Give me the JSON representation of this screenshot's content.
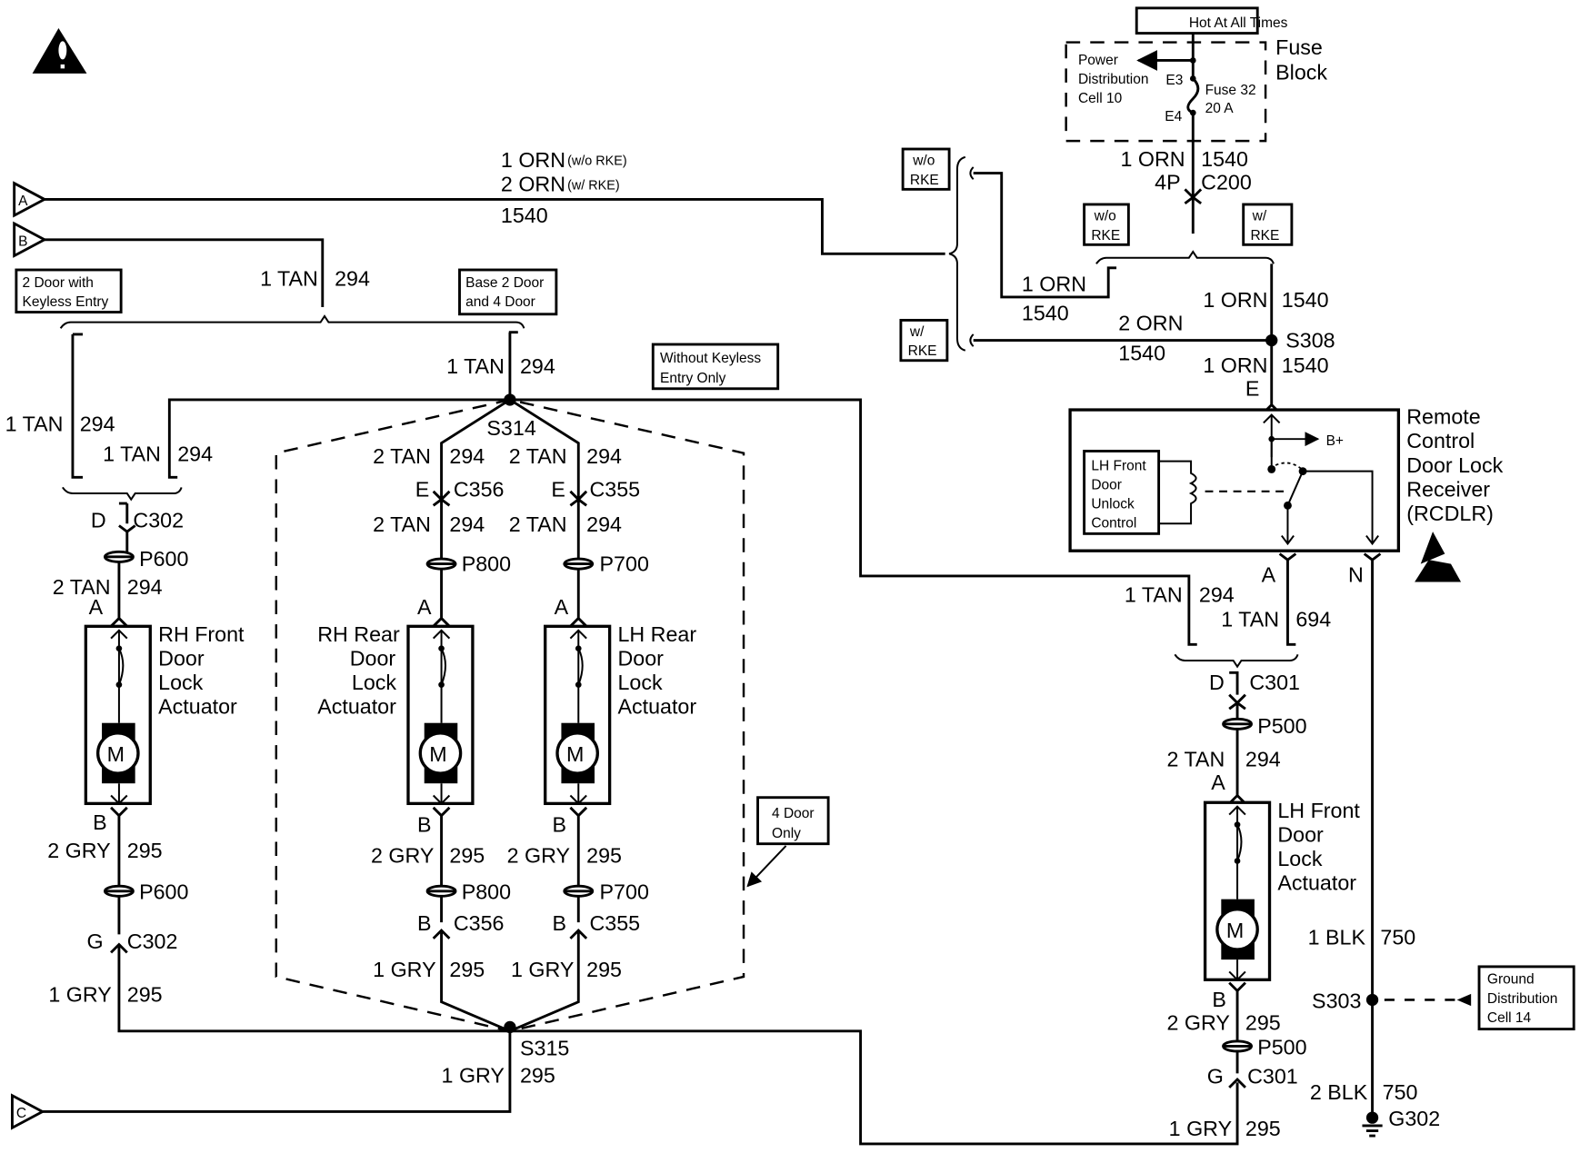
{
  "diagram": {
    "title": "Power Door Lock Wiring Schematic",
    "warning_icon": "warning-triangle-icon",
    "esd_icon": "esd-sensitive-icon",
    "inputs": {
      "a": "A",
      "b": "B",
      "c": "C"
    },
    "top_wire": {
      "line1": "1 ORN",
      "line1_note": "(w/o RKE)",
      "line2": "2 ORN",
      "line2_note": "(w/ RKE)",
      "circuit": "1540"
    },
    "b_wire": {
      "gauge": "1 TAN",
      "circuit": "294"
    },
    "notes": {
      "hot": "Hot At All Times",
      "two_door_1": "2 Door with",
      "two_door_2": "Keyless Entry",
      "base_1": "Base 2 Door",
      "base_2": "and 4 Door",
      "without_1": "Without Keyless",
      "without_2": "Entry Only",
      "four_door_1": "4 Door",
      "four_door_2": "Only",
      "wo_rke_1": "w/o",
      "rke": "RKE",
      "w_rke_1": "w/",
      "ground_1": "Ground",
      "ground_2": "Distribution",
      "ground_3": "Cell 14"
    },
    "fuse_block": {
      "label_1": "Fuse",
      "label_2": "Block",
      "pd_1": "Power",
      "pd_2": "Distribution",
      "pd_3": "Cell 10",
      "e3": "E3",
      "e4": "E4",
      "fuse_1": "Fuse 32",
      "fuse_2": "20 A",
      "out_gauge": "1 ORN",
      "out_circuit": "1540",
      "pin": "4P",
      "connector": "C200"
    },
    "rke_section": {
      "wo_gauge": "1 ORN",
      "wo_circuit": "1540",
      "w_gauge": "2 ORN",
      "w_circuit": "1540",
      "top_gauge": "1 ORN",
      "top_circuit": "1540",
      "splice": "S308",
      "bot_gauge": "1 ORN",
      "bot_circuit": "1540",
      "pin_e": "E"
    },
    "rcdlr": {
      "name_1": "Remote",
      "name_2": "Control",
      "name_3": "Door Lock",
      "name_4": "Receiver",
      "name_5": "(RCDLR)",
      "bplus": "B+",
      "ctrl_1": "LH Front",
      "ctrl_2": "Door",
      "ctrl_3": "Unlock",
      "ctrl_4": "Control",
      "pin_a": "A",
      "pin_n": "N"
    },
    "rh_front": {
      "w1_gauge": "1 TAN",
      "w1_circuit": "294",
      "w2_gauge": "1 TAN",
      "w2_circuit": "294",
      "pin_d": "D",
      "conn_c302": "C302",
      "p600": "P600",
      "in_gauge": "2 TAN",
      "in_circuit": "294",
      "pin_a": "A",
      "name_1": "RH Front",
      "name_2": "Door",
      "name_3": "Lock",
      "name_4": "Actuator",
      "motor": "M",
      "pin_b": "B",
      "out_gauge": "2 GRY",
      "out_circuit": "295",
      "p600b": "P600",
      "pin_g": "G",
      "conn_c302b": "C302",
      "ret_gauge": "1 GRY",
      "ret_circuit": "295"
    },
    "center": {
      "feed_gauge": "1 TAN",
      "feed_circuit": "294",
      "splice_top": "S314",
      "splice_bot": "S315",
      "bot_gauge": "1 GRY",
      "bot_circuit": "295"
    },
    "rh_rear": {
      "t_gauge": "2 TAN",
      "t_circuit": "294",
      "pin_e": "E",
      "conn": "C356",
      "t2_gauge": "2 TAN",
      "t2_circuit": "294",
      "p": "P800",
      "pin_a": "A",
      "name_1": "RH Rear",
      "name_2": "Door",
      "name_3": "Lock",
      "name_4": "Actuator",
      "motor": "M",
      "pin_b": "B",
      "g_gauge": "2 GRY",
      "g_circuit": "295",
      "p2": "P800",
      "pin_b2": "B",
      "conn2": "C356",
      "g2_gauge": "1 GRY",
      "g2_circuit": "295"
    },
    "lh_rear": {
      "t_gauge": "2 TAN",
      "t_circuit": "294",
      "pin_e": "E",
      "conn": "C355",
      "t2_gauge": "2 TAN",
      "t2_circuit": "294",
      "p": "P700",
      "pin_a": "A",
      "name_1": "LH Rear",
      "name_2": "Door",
      "name_3": "Lock",
      "name_4": "Actuator",
      "motor": "M",
      "pin_b": "B",
      "g_gauge": "2 GRY",
      "g_circuit": "295",
      "p2": "P700",
      "pin_b2": "B",
      "conn2": "C355",
      "g2_gauge": "1 GRY",
      "g2_circuit": "295"
    },
    "lh_front": {
      "w1_gauge": "1 TAN",
      "w1_circuit": "294",
      "w2_gauge": "1 TAN",
      "w2_circuit": "694",
      "pin_d": "D",
      "conn": "C301",
      "p": "P500",
      "in_gauge": "2 TAN",
      "in_circuit": "294",
      "pin_a": "A",
      "name_1": "LH Front",
      "name_2": "Door",
      "name_3": "Lock",
      "name_4": "Actuator",
      "motor": "M",
      "pin_b": "B",
      "out_gauge": "2 GRY",
      "out_circuit": "295",
      "p2": "P500",
      "pin_g": "G",
      "conn2": "C301",
      "ret_gauge": "1 GRY",
      "ret_circuit": "295"
    },
    "ground": {
      "top_gauge": "1 BLK",
      "top_circuit": "750",
      "splice": "S303",
      "bot_gauge": "2 BLK",
      "bot_circuit": "750",
      "g": "G302"
    }
  }
}
